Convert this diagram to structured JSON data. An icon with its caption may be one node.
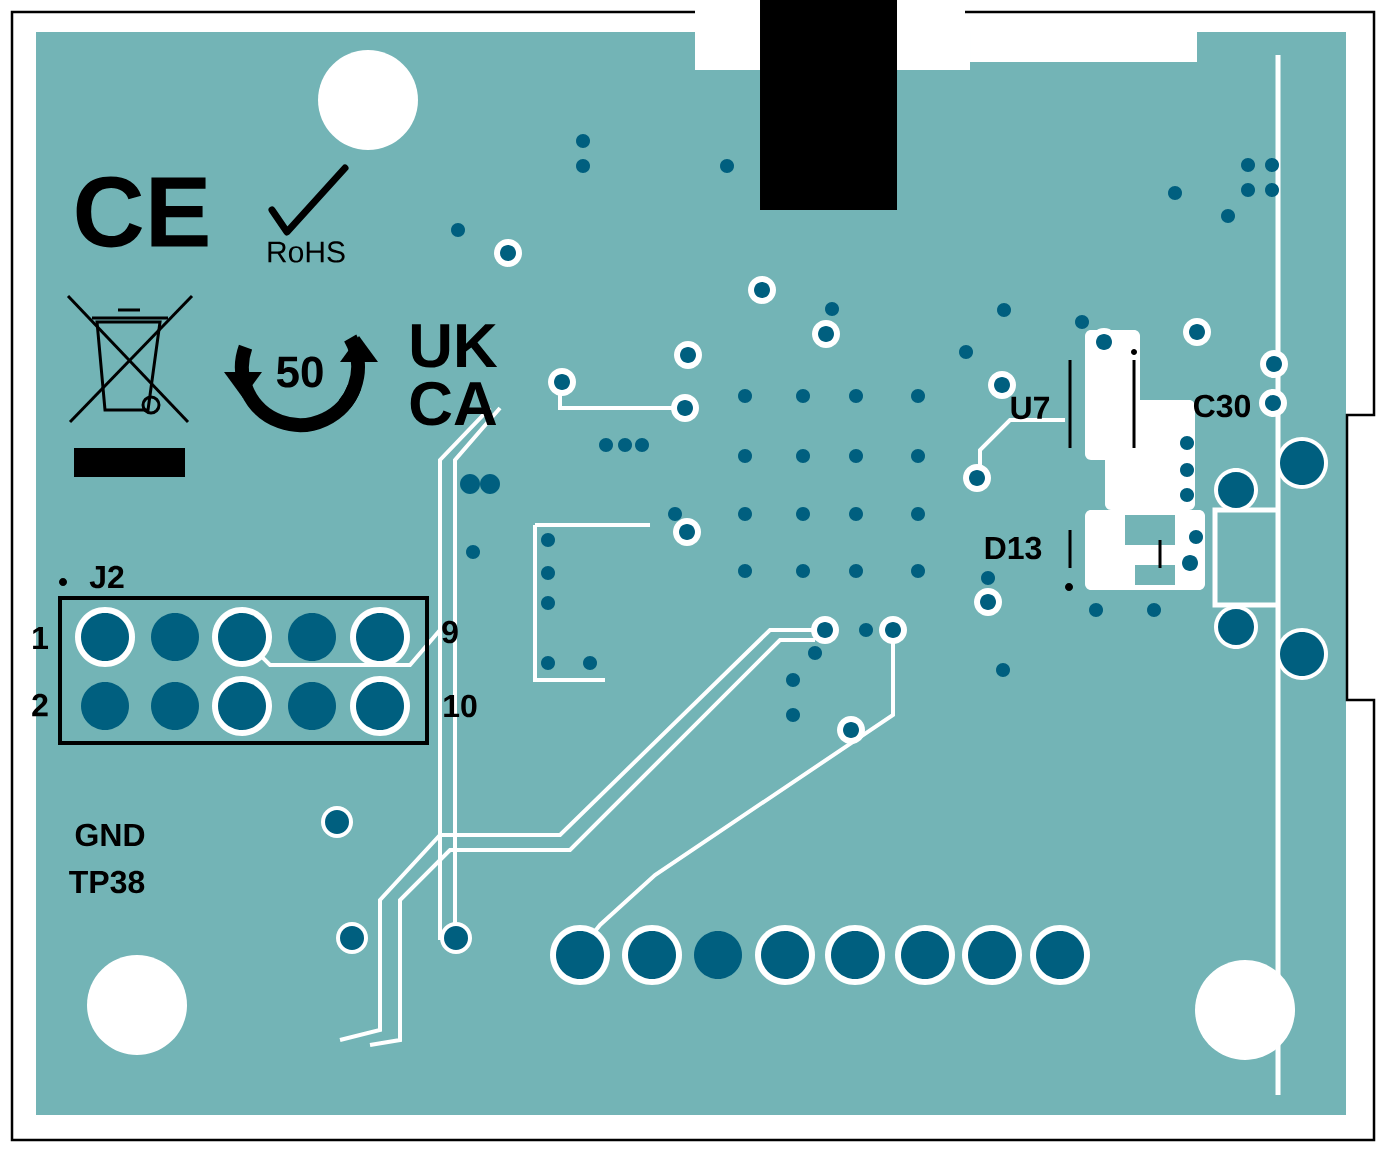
{
  "diagram": {
    "labels": [
      "CE",
      "RoHS",
      "50",
      "UK CA",
      "J2",
      "1",
      "2",
      "9",
      "10",
      "GND",
      "TP38",
      "U7",
      "C30",
      "D13"
    ]
  }
}
